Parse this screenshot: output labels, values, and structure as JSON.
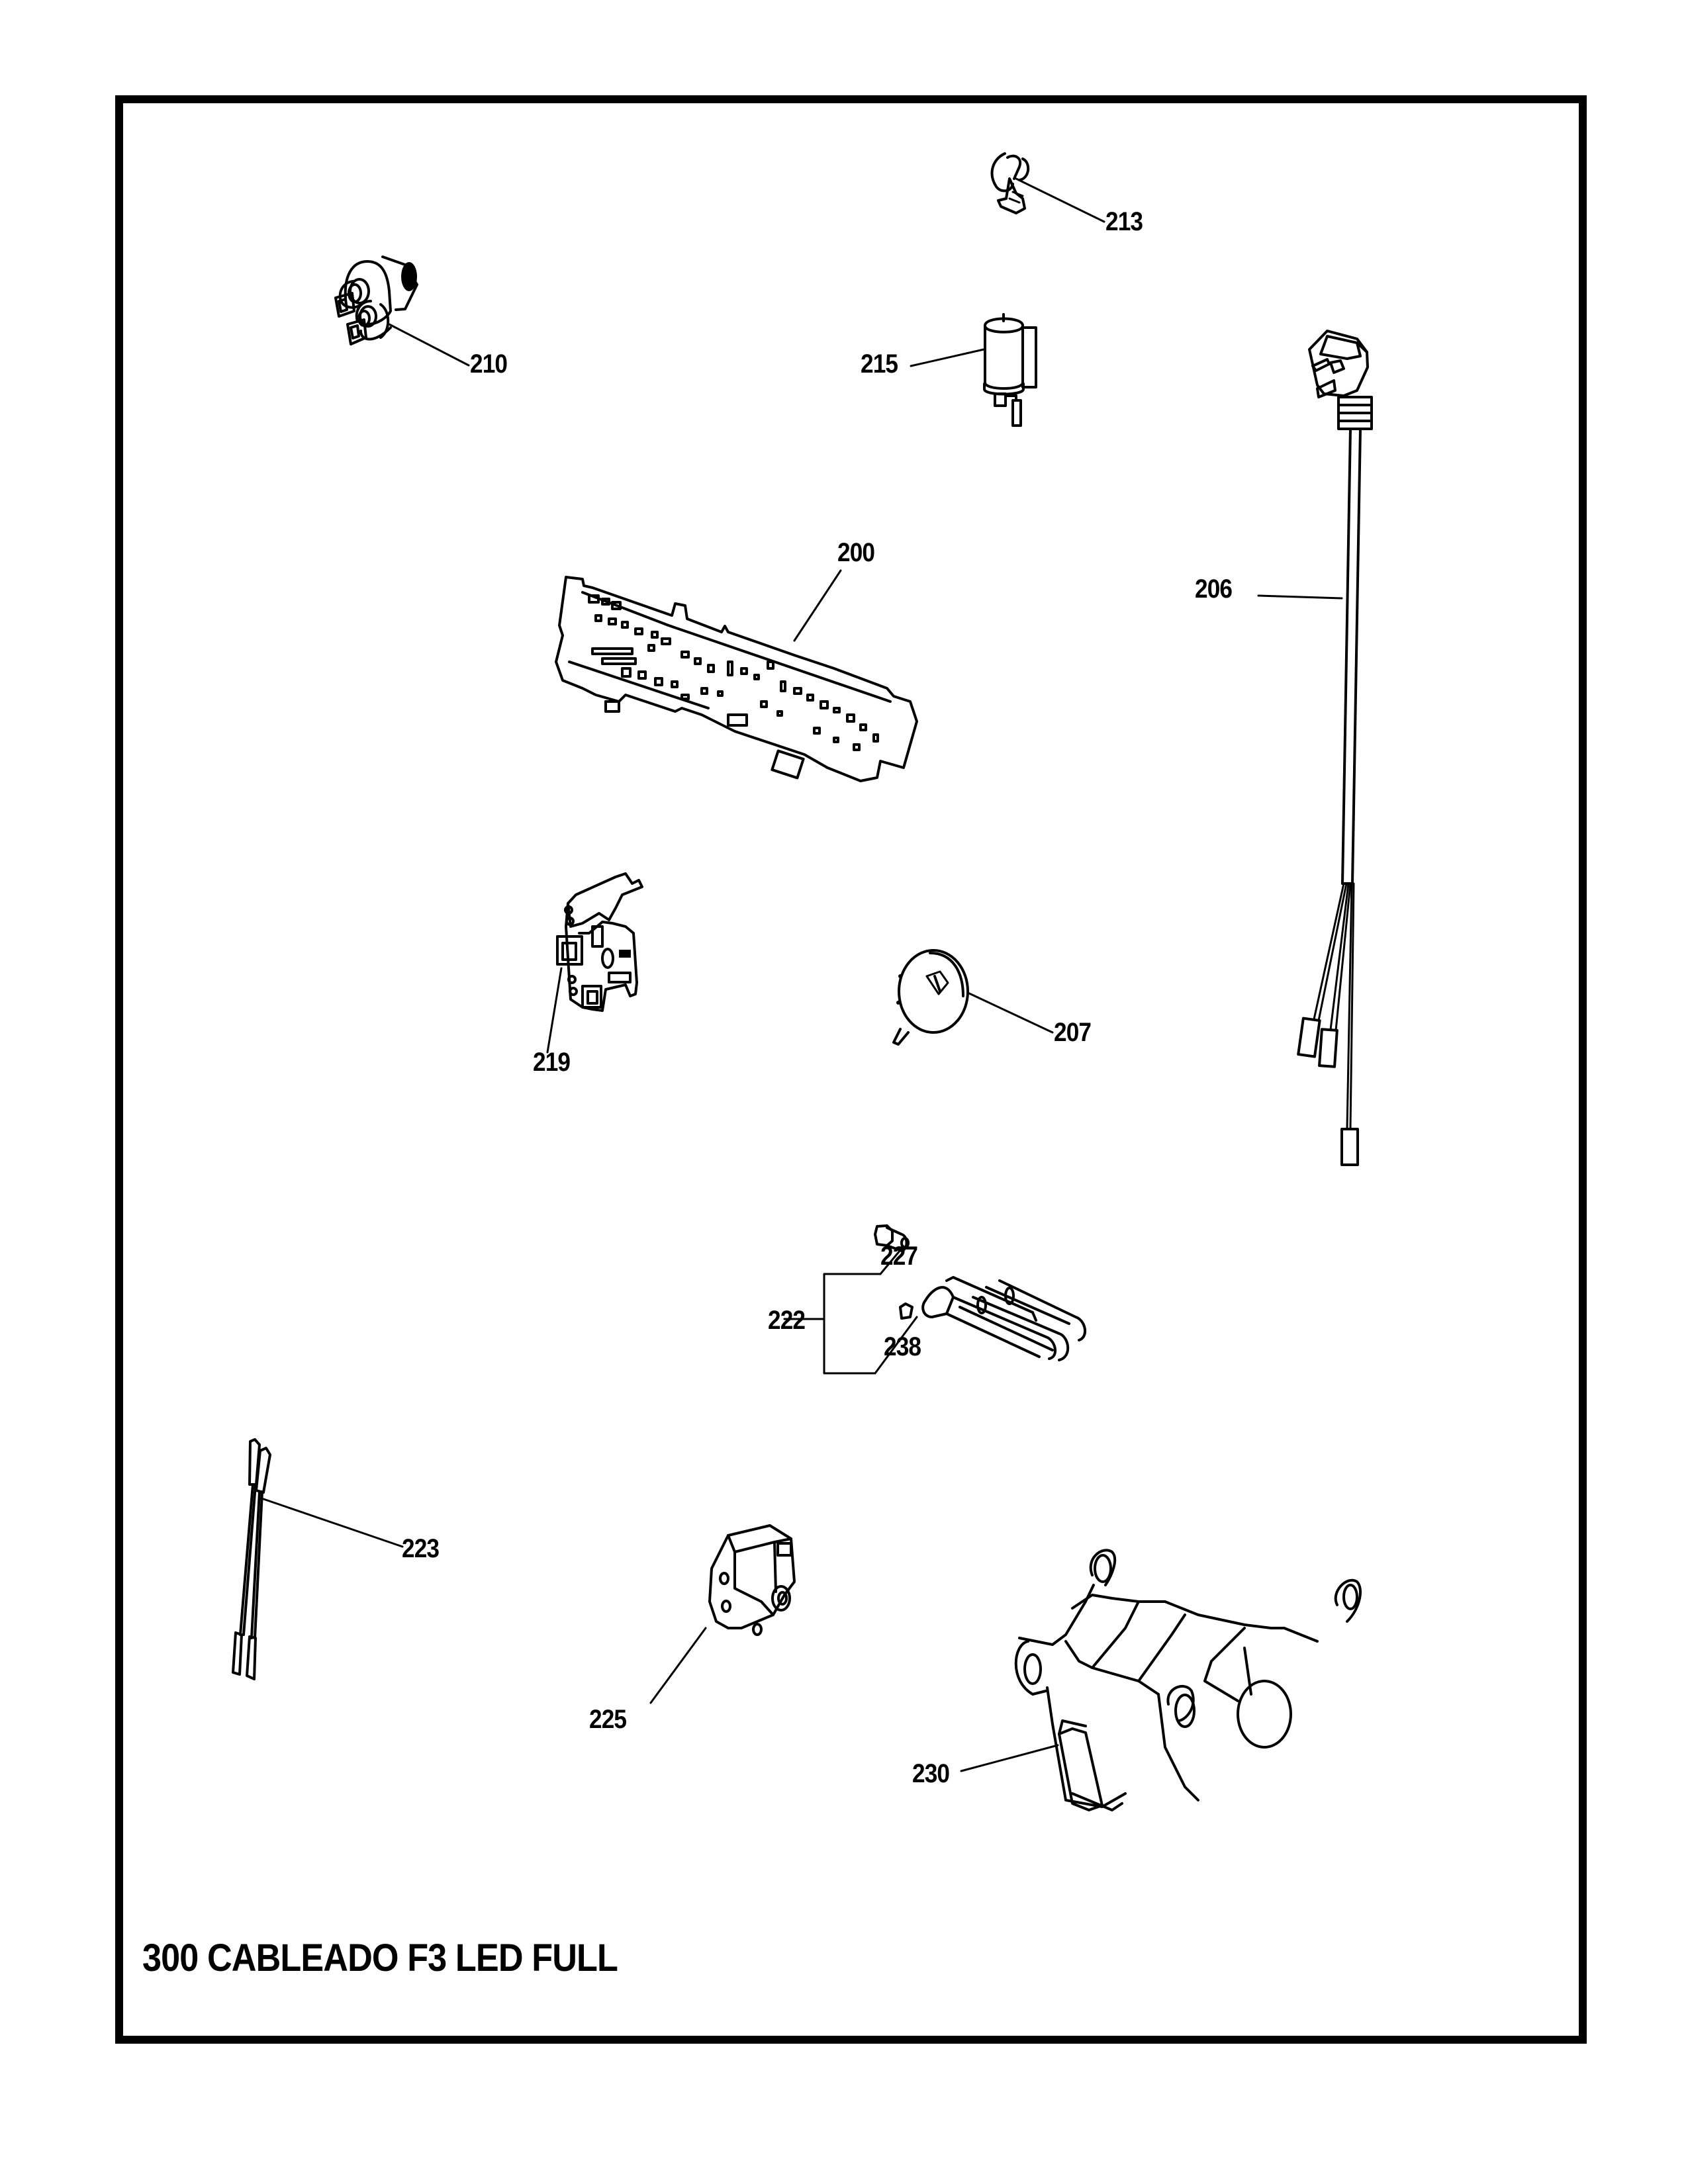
{
  "page": {
    "title": "300 CABLEADO F3 LED FULL",
    "background_color": "#ffffff",
    "line_color": "#000000"
  },
  "parts": [
    {
      "ref": "200",
      "description": "control-board"
    },
    {
      "ref": "206",
      "description": "power-cord"
    },
    {
      "ref": "207",
      "description": "pressure-switch"
    },
    {
      "ref": "210",
      "description": "water-inlet-valve"
    },
    {
      "ref": "213",
      "description": "clip-connector"
    },
    {
      "ref": "215",
      "description": "capacitor-filter"
    },
    {
      "ref": "219",
      "description": "door-lock"
    },
    {
      "ref": "222",
      "description": "heater-kit"
    },
    {
      "ref": "227",
      "description": "heater-nut"
    },
    {
      "ref": "238",
      "description": "heater-element"
    },
    {
      "ref": "223",
      "description": "jumper-wire"
    },
    {
      "ref": "225",
      "description": "drain-pump"
    },
    {
      "ref": "230",
      "description": "motor"
    }
  ],
  "labels": {
    "p200": "200",
    "p206": "206",
    "p207": "207",
    "p210": "210",
    "p213": "213",
    "p215": "215",
    "p219": "219",
    "p222": "222",
    "p227": "227",
    "p238": "238",
    "p223": "223",
    "p225": "225",
    "p230": "230"
  }
}
